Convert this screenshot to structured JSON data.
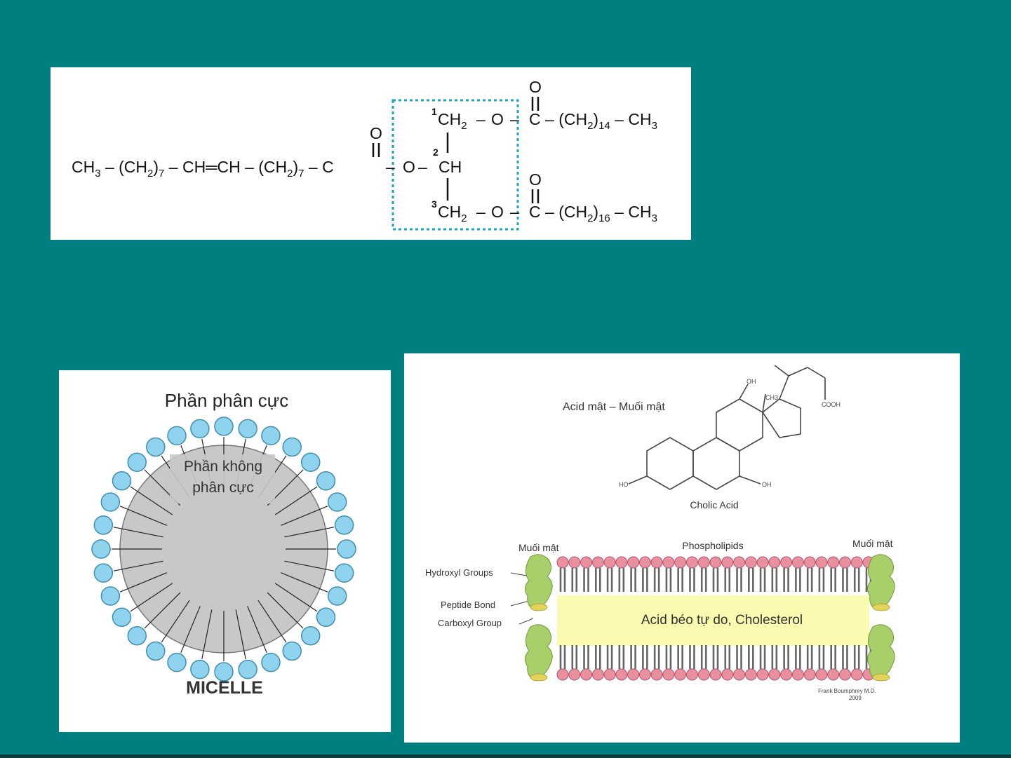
{
  "triglyceride": {
    "oleic_chain": [
      "CH",
      "3",
      " – (CH",
      "2",
      ")",
      "7",
      " – CH",
      "═",
      "CH – (CH",
      "2",
      ")",
      "7",
      " – C"
    ],
    "atoms": {
      "O": "O",
      "C": "C",
      "CH": "CH",
      "CH2": "CH",
      "sub2": "2"
    },
    "positions": [
      "1",
      "2",
      "3"
    ],
    "chain1_sub": "14",
    "chain3_sub": "16",
    "ch3": "CH",
    "sub3": "3",
    "ch2_open": "(CH",
    "close": ")"
  },
  "micelle": {
    "top_label": "Phần phân cực",
    "inner_label_1": "Phần không",
    "inner_label_2": "phân cực",
    "bottom_label": "MICELLE",
    "head_color": "#8fd3ef",
    "core_color": "#c8c8c8"
  },
  "bile": {
    "title": "Acid mật – Muối mật",
    "cholic_label": "Cholic Acid",
    "oh": "OH",
    "ho": "HO",
    "ch3": "CH3",
    "cooh": "COOH",
    "muoi_mat_left": "Muối mật",
    "muoi_mat_right": "Muối mật",
    "phospholipids": "Phospholipids",
    "hydroxyl": "Hydroxyl Groups",
    "peptide": "Peptide Bond",
    "carboxyl": "Carboxyl Group",
    "center_text": "Acid béo tự do, Cholesterol",
    "credit_1": "Frank Boumphrey M.D.",
    "credit_2": "2009",
    "head_color": "#e88fa0",
    "salt_color": "#a9cf6a",
    "center_fill": "#fafab0"
  }
}
